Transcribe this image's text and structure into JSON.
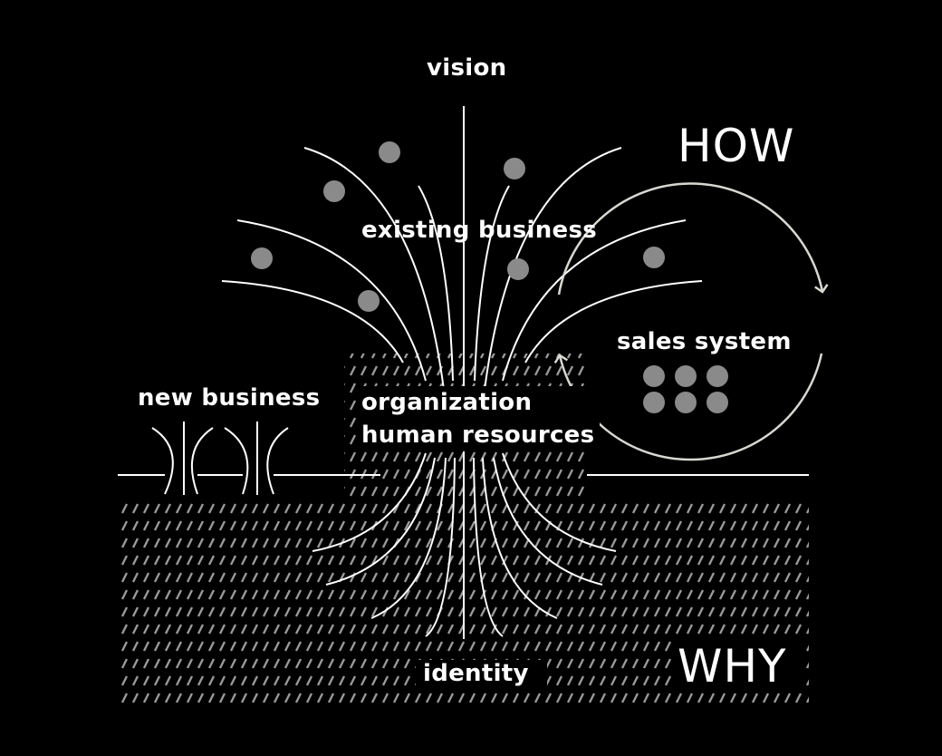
{
  "labels": {
    "vision": "vision",
    "how": "HOW",
    "why": "WHY",
    "existing_business": "existing business",
    "sales_system": "sales system",
    "new_business": "new business",
    "organization": "organization",
    "human_resources": "human resources",
    "identity": "identity"
  },
  "colors": {
    "background": "#000000",
    "line": "#ffffff",
    "dot": "#8a8a8a",
    "hatch": "#9a9a9a",
    "cycle": "#d8d8d0"
  }
}
